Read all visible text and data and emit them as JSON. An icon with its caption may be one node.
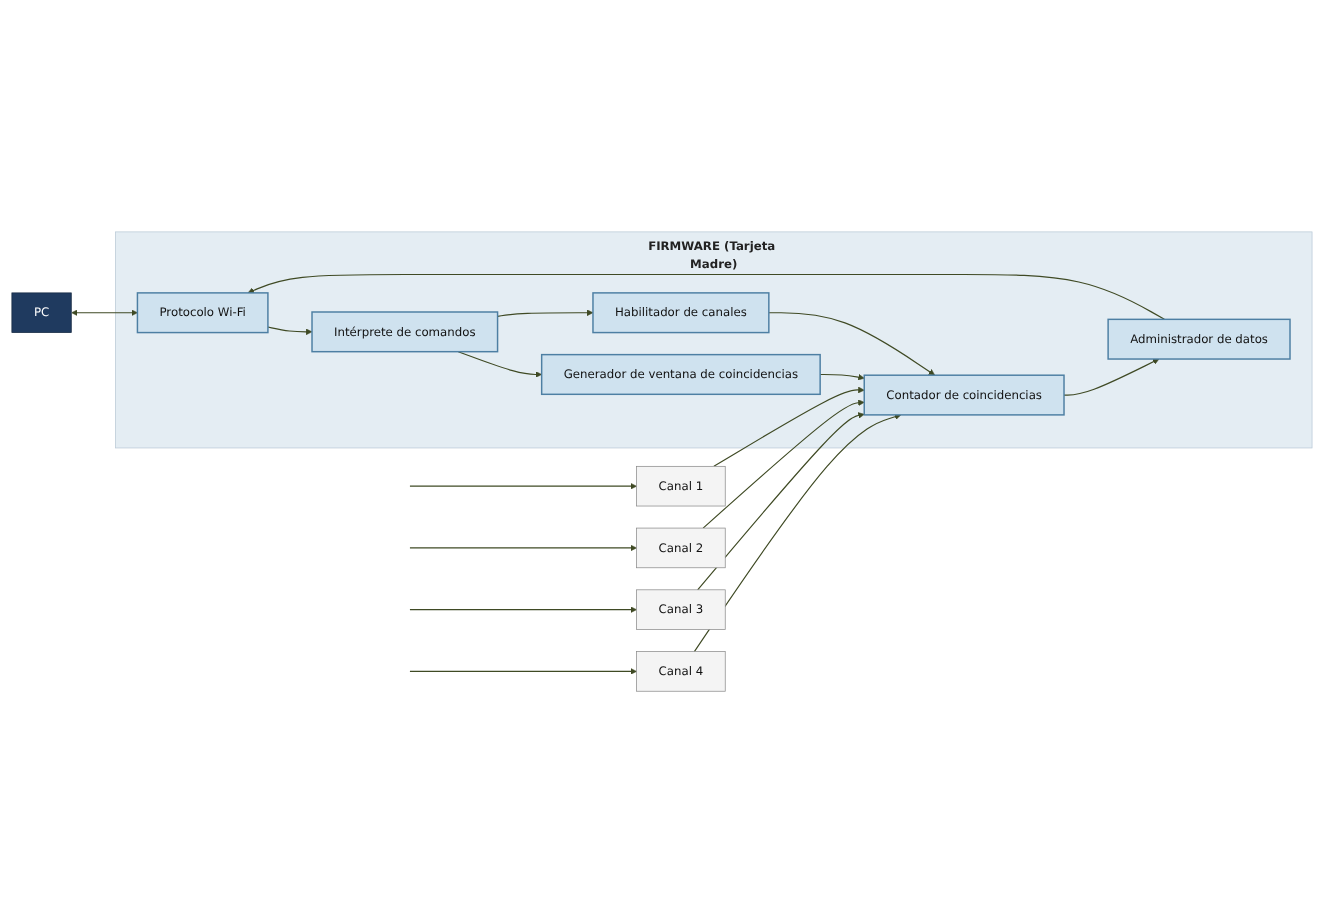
{
  "diagram": {
    "nodes": [
      {
        "text": [
          "PC"
        ]
      },
      {
        "text": [
          "FIRMWARE (Tarjeta Madre)"
        ]
      },
      {
        "text": [
          "Protocolo Wi-Fi"
        ],
        "in": 1
      },
      {
        "text": [
          "Intérprete de comandos"
        ],
        "in": 1
      },
      {
        "text": [
          "Administrador de datos"
        ],
        "in": 1
      },
      {
        "text": [
          "Generador de ventana de coincidencias"
        ],
        "in": 1
      },
      {
        "text": [
          "Contador de coincidencias"
        ],
        "in": 1
      },
      {
        "text": [
          "Habilitador de canales"
        ],
        "in": 1
      },
      {
        "text": [
          "Canal 1"
        ]
      },
      {
        "text": [
          "Canal 2"
        ]
      },
      {
        "text": [
          "Canal 3"
        ]
      },
      {
        "text": [
          "Canal 4"
        ]
      }
    ],
    "edges": [
      {
        "from": 0,
        "to": 2,
        "arrow": "both"
      },
      {
        "from": 2,
        "to": 3,
        "arrow": "to"
      },
      {
        "from": 3,
        "to": 5,
        "arrow": "to"
      },
      {
        "from": 3,
        "to": 7,
        "arrow": "to"
      },
      {
        "from": 4,
        "to": 2,
        "arrow": "to"
      },
      {
        "from": 6,
        "to": 4,
        "arrow": "to"
      },
      {
        "from": 5,
        "to": 6,
        "arrow": "to"
      },
      {
        "from": 7,
        "to": 6,
        "arrow": "to"
      },
      {
        "from": null,
        "to": 8,
        "arrow": "to"
      },
      {
        "from": null,
        "to": 9,
        "arrow": "to"
      },
      {
        "from": null,
        "to": 10,
        "arrow": "to"
      },
      {
        "from": null,
        "to": 11,
        "arrow": "to"
      },
      {
        "from": 8,
        "to": 6,
        "arrow": "to"
      },
      {
        "from": 9,
        "to": 6,
        "arrow": "to"
      },
      {
        "from": 10,
        "to": 6,
        "arrow": "to"
      },
      {
        "from": 11,
        "to": 6,
        "arrow": "to"
      }
    ]
  }
}
